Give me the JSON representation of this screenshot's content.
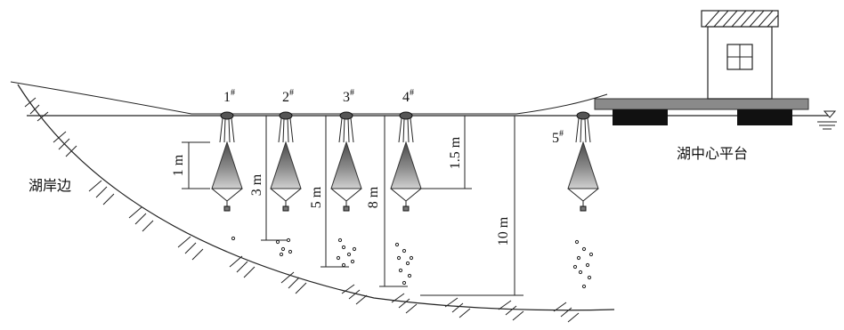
{
  "labels": {
    "shore": "湖岸边",
    "platform": "湖中心平台"
  },
  "traps": [
    {
      "id": "1",
      "sup": "#"
    },
    {
      "id": "2",
      "sup": "#"
    },
    {
      "id": "3",
      "sup": "#"
    },
    {
      "id": "4",
      "sup": "#"
    },
    {
      "id": "5",
      "sup": "#"
    }
  ],
  "dimensions": {
    "d1": "1 m",
    "d3": "3 m",
    "d5": "5 m",
    "d8": "8 m",
    "d15": "1.5 m",
    "d10": "10 m"
  },
  "colors": {
    "line": "#222222",
    "trap_fill_top": "#5b5b5b",
    "trap_fill_bottom": "#c8c8c8",
    "platform": "#8a8a8a",
    "pontoon": "#111111"
  }
}
